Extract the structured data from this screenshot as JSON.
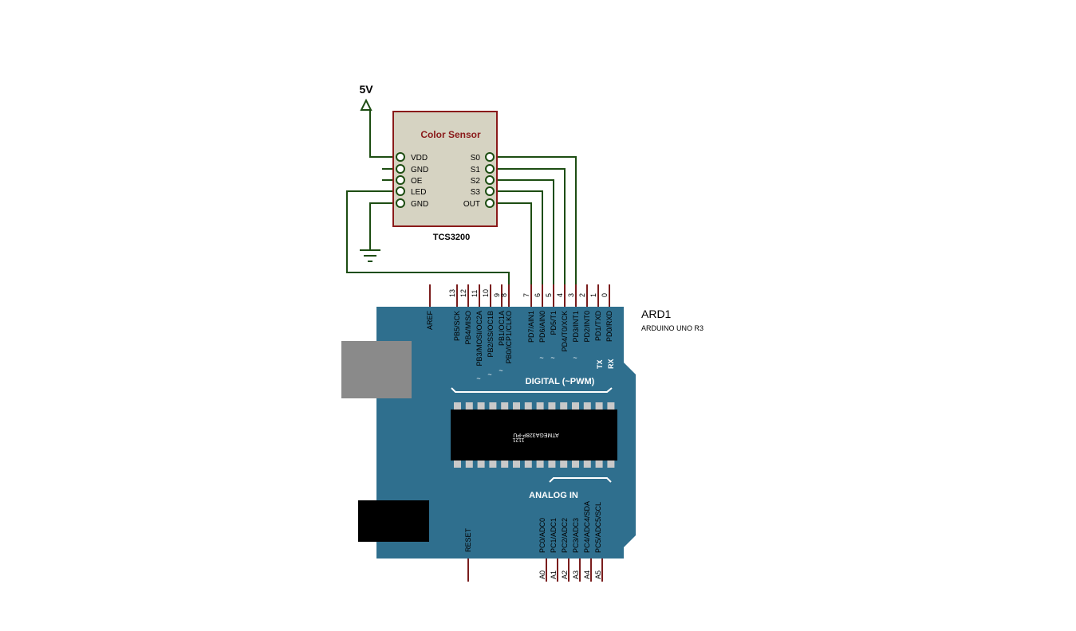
{
  "power": {
    "label": "5V"
  },
  "sensor": {
    "title": "Color Sensor",
    "part": "TCS3200",
    "left_pins": [
      "VDD",
      "GND",
      "OE",
      "LED",
      "GND"
    ],
    "right_pins": [
      "S0",
      "S1",
      "S2",
      "S3",
      "OUT"
    ]
  },
  "arduino": {
    "ref": "ARD1",
    "model": "ARDUINO UNO R3",
    "chip_label": "ATMEGA328P-PU",
    "chip_sublabel": "1121",
    "digital_label": "DIGITAL (~PWM)",
    "analog_label": "ANALOG IN",
    "tx": "TX",
    "rx": "RX",
    "top_pins": [
      {
        "num": "",
        "name": "AREF"
      },
      {
        "num": "13",
        "name": "PB5/SCK"
      },
      {
        "num": "12",
        "name": "PB4/MISO"
      },
      {
        "num": "11",
        "name": "PB3/MOSI/OC2A",
        "pwm": true
      },
      {
        "num": "10",
        "name": "PB2/SS/OC1B",
        "pwm": true
      },
      {
        "num": "9",
        "name": "PB1/OC1A",
        "pwm": true
      },
      {
        "num": "8",
        "name": "PB0/ICP1/CLKO"
      },
      {
        "num": "7",
        "name": "PD7/AIN1"
      },
      {
        "num": "6",
        "name": "PD6/AIN0",
        "pwm": true
      },
      {
        "num": "5",
        "name": "PD5/T1",
        "pwm": true
      },
      {
        "num": "4",
        "name": "PD4/T0/XCK"
      },
      {
        "num": "3",
        "name": "PD3/INT1",
        "pwm": true
      },
      {
        "num": "2",
        "name": "PD2/INT0"
      },
      {
        "num": "1",
        "name": "PD1/TXD"
      },
      {
        "num": "0",
        "name": "PD0/RXD"
      }
    ],
    "reset_label": "RESET",
    "analog_pins": [
      {
        "num": "A0",
        "name": "PC0/ADC0"
      },
      {
        "num": "A1",
        "name": "PC1/ADC1"
      },
      {
        "num": "A2",
        "name": "PC2/ADC2"
      },
      {
        "num": "A3",
        "name": "PC3/ADC3"
      },
      {
        "num": "A4",
        "name": "PC4/ADC4/SDA"
      },
      {
        "num": "A5",
        "name": "PC5/ADC5/SCL"
      }
    ]
  },
  "colors": {
    "board": "#2f6f8e",
    "wire": "#1d4d12",
    "pin": "#7a1d1d",
    "sensor_fill": "#d6d3c2",
    "sensor_title": "#8a1a1a"
  }
}
